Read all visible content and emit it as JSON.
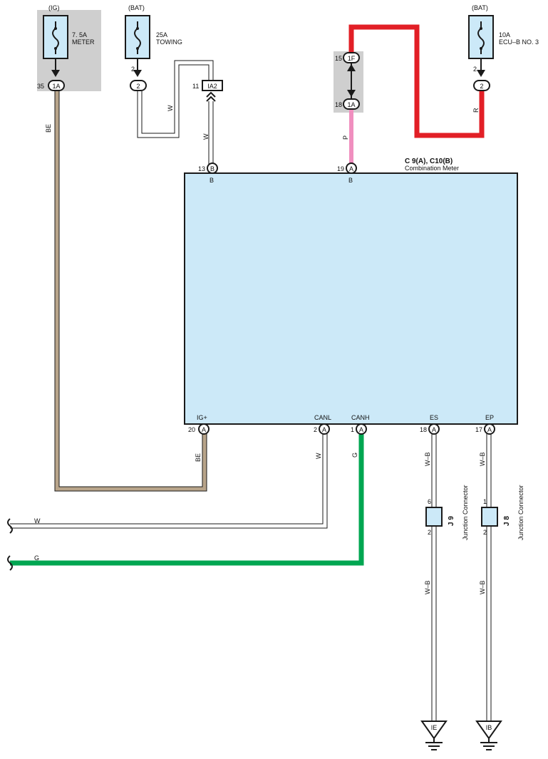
{
  "colors": {
    "meter_fill": "#cce9f8",
    "fuse_fill": "#cce9f8",
    "gray_box": "#cfcfcf",
    "wire_BE": "#b8a48a",
    "wire_R": "#e21f26",
    "wire_P": "#f08fbf",
    "wire_G": "#00a651",
    "wire_W": "#ffffff",
    "wire_WB": "#ffffff",
    "outline": "#1a1a1a"
  },
  "fuses": [
    {
      "source": "(IG)",
      "rating": "7. 5A",
      "name": "METER",
      "pin": "35",
      "connector": "1A"
    },
    {
      "source": "(BAT)",
      "rating": "25A",
      "name": "TOWING",
      "pin": "2",
      "connector": "2"
    },
    {
      "source": "(BAT)",
      "rating": "10A",
      "name": "ECU–B NO. 3",
      "pin": "2",
      "connector": "2"
    }
  ],
  "inline_connectors": [
    {
      "pin": "11",
      "id": "IA2"
    },
    {
      "pin": "15",
      "id": "1F"
    },
    {
      "pin": "18",
      "id": "1A"
    }
  ],
  "meter": {
    "ref": "C 9(A), C10(B)",
    "name": "Combination Meter",
    "top_pins": [
      {
        "pin": "13",
        "conn": "B",
        "label": "B"
      },
      {
        "pin": "19",
        "conn": "A",
        "label": "B"
      }
    ],
    "bottom_pins": [
      {
        "pin": "20",
        "conn": "A",
        "label": "IG+"
      },
      {
        "pin": "2",
        "conn": "A",
        "label": "CANL"
      },
      {
        "pin": "1",
        "conn": "A",
        "label": "CANH"
      },
      {
        "pin": "18",
        "conn": "A",
        "label": "ES"
      },
      {
        "pin": "17",
        "conn": "A",
        "label": "EP"
      }
    ]
  },
  "wire_labels": {
    "be_top": "BE",
    "w_towing_a": "W",
    "w_towing_b": "W",
    "p": "P",
    "r": "R",
    "be_bottom": "BE",
    "w_canl": "W",
    "g_canh": "G",
    "w_left": "W",
    "g_left": "G",
    "wb_es_top": "W–B",
    "wb_ep_top": "W–B",
    "wb_es_bottom": "W–B",
    "wb_ep_bottom": "W–B"
  },
  "junctions": [
    {
      "id": "J 9",
      "name": "Junction Connector",
      "pin_top": "6",
      "pin_bottom": "2"
    },
    {
      "id": "J 8",
      "name": "Junction Connector",
      "pin_top": "1",
      "pin_bottom": "2"
    }
  ],
  "grounds": [
    "IE",
    "IB"
  ]
}
